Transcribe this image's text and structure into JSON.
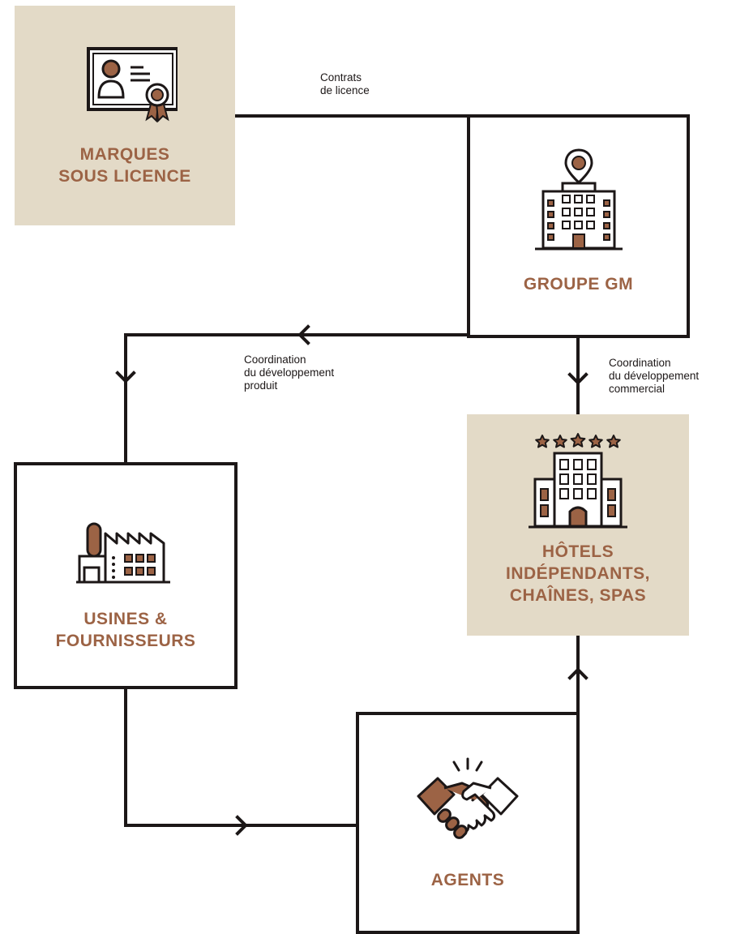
{
  "colors": {
    "line": "#1c1717",
    "accent": "#9c6345",
    "fill": "#e3dac7",
    "white": "#ffffff"
  },
  "nodes": {
    "marques": {
      "line1": "MARQUES",
      "line2": "SOUS LICENCE",
      "icon": "license-certificate-icon"
    },
    "groupe": {
      "line1": "GROUPE GM",
      "icon": "hotel-location-icon"
    },
    "usines": {
      "line1": "USINES &",
      "line2": "FOURNISSEURS",
      "icon": "factory-icon"
    },
    "hotels": {
      "line1": "HÔTELS",
      "line2": "INDÉPENDANTS,",
      "line3": "CHAÎNES, SPAS",
      "icon": "five-star-hotel-icon"
    },
    "agents": {
      "line1": "AGENTS",
      "icon": "handshake-icon"
    }
  },
  "edges": {
    "contrats": {
      "line1": "Contrats",
      "line2": "de licence"
    },
    "coord_produit": {
      "line1": "Coordination",
      "line2": "du développement",
      "line3": "produit"
    },
    "coord_commercial": {
      "line1": "Coordination",
      "line2": "du développement",
      "line3": "commercial"
    }
  }
}
